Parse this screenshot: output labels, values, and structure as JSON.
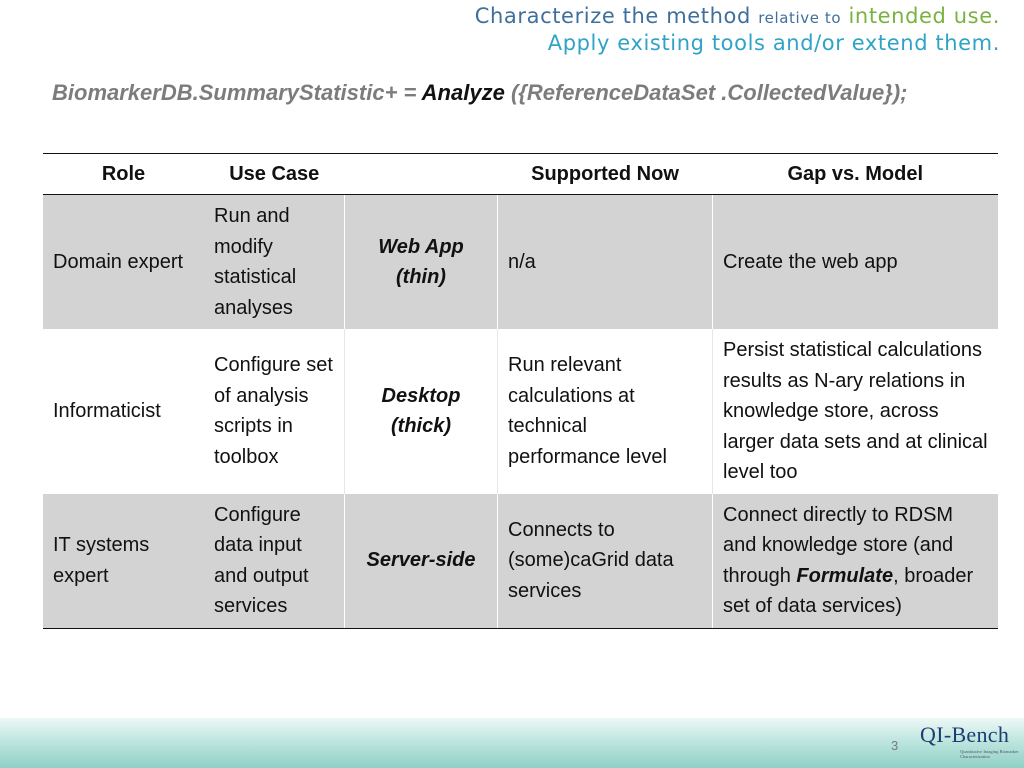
{
  "tagline": {
    "line1_part1": "Characterize the method",
    "line1_part2": "relative to",
    "line1_part3": "intended use.",
    "line2": "Apply existing tools and/or extend them."
  },
  "formula": {
    "lhs": "BiomarkerDB.SummaryStatistic+ =",
    "func": "Analyze",
    "open": "({",
    "arg": "ReferenceDataSet .CollectedValue",
    "close": "});"
  },
  "table": {
    "headers": [
      "Role",
      "Use Case",
      "",
      "Supported Now",
      "Gap vs. Model"
    ],
    "rows": [
      {
        "role": "Domain expert",
        "use_case": "Run and modify statistical analyses",
        "tool": "Web App (thin)",
        "supported_now": "n/a",
        "gap": "Create the web app"
      },
      {
        "role": "Informaticist",
        "use_case": "Configure set of analysis scripts in toolbox",
        "tool": "Desktop (thick)",
        "supported_now": "Run relevant calculations at technical performance level",
        "gap": "Persist statistical calculations results as N-ary relations in knowledge store, across larger data sets and at clinical level too"
      },
      {
        "role": "IT systems expert",
        "use_case": "Configure data input and output services",
        "tool": "Server-side",
        "supported_now": "Connects to (some)caGrid data services",
        "gap_part1": "Connect directly to RDSM and knowledge store (and through ",
        "gap_emphasis": "Formulate",
        "gap_part2": ", broader set of data services)"
      }
    ]
  },
  "footer": {
    "page_number": "3",
    "logo_text": "QI-Bench",
    "logo_subtitle": "Quantitative Imaging Biomarker Characterization"
  }
}
